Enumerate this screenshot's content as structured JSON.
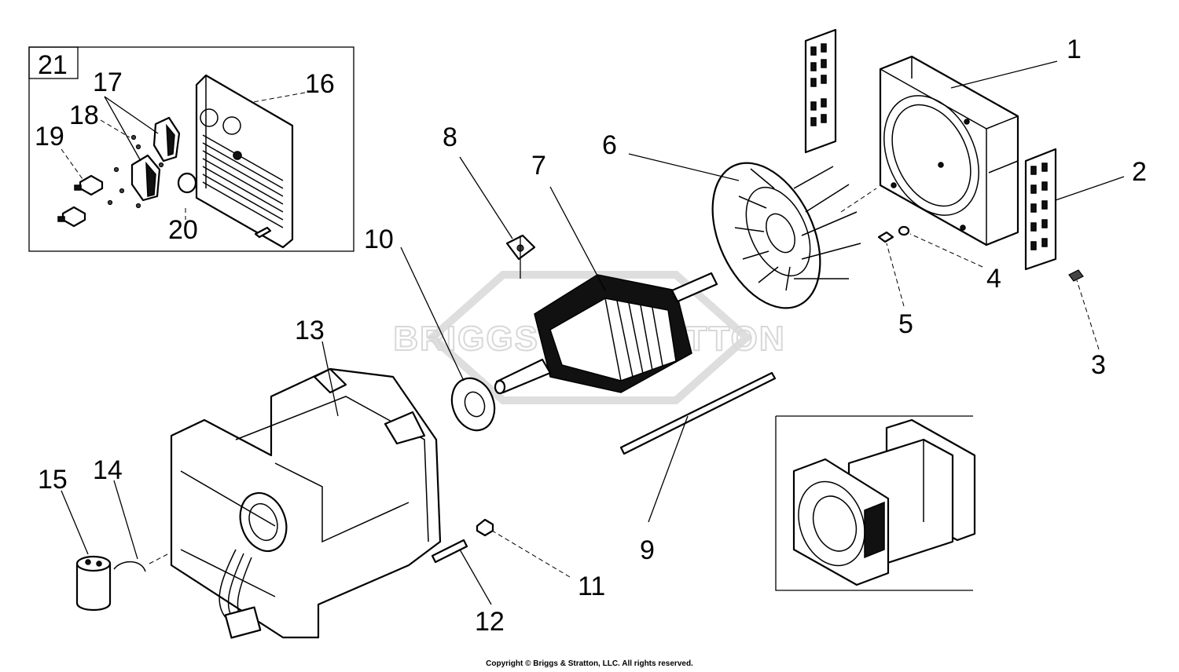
{
  "watermark_text": "BRIGGS & STRATTON",
  "copyright": "Copyright © Briggs & Stratton, LLC. All rights reserved.",
  "callouts": {
    "c1": "1",
    "c2": "2",
    "c3": "3",
    "c4": "4",
    "c5": "5",
    "c6": "6",
    "c7": "7",
    "c8": "8",
    "c9": "9",
    "c10": "10",
    "c11": "11",
    "c12": "12",
    "c13": "13",
    "c14": "14",
    "c15": "15",
    "c16": "16",
    "c17": "17",
    "c18": "18",
    "c19": "19",
    "c20": "20",
    "c21": "21"
  }
}
